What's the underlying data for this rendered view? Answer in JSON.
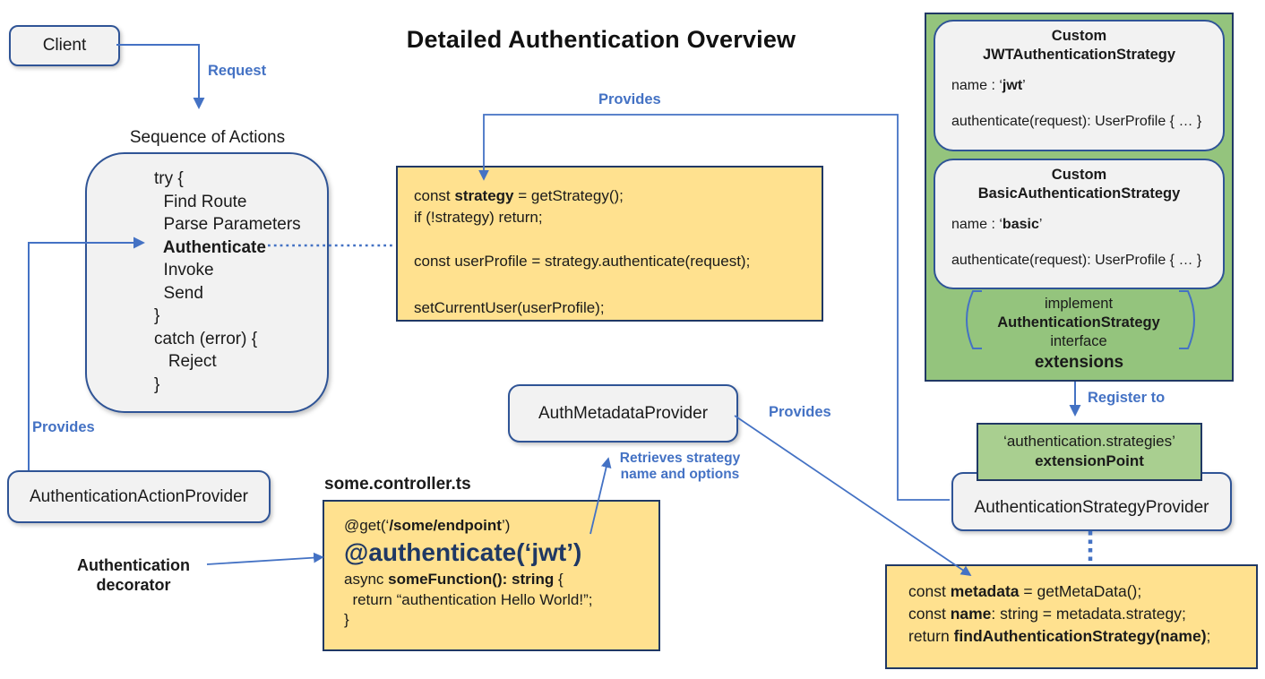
{
  "title": "Detailed Authentication Overview",
  "client_label": "Client",
  "arrow_labels": {
    "request": "Request",
    "provides_left": "Provides",
    "provides_top": "Provides",
    "provides_right": "Provides",
    "register_to": "Register to"
  },
  "retrieves": {
    "line1": "Retrieves strategy",
    "line2": [
      {
        "t": "name",
        "b": true
      },
      {
        "t": " and options",
        "b": false
      }
    ]
  },
  "sequence": {
    "title": "Sequence of Actions",
    "lines": [
      [
        {
          "t": "try {",
          "b": false
        }
      ],
      [
        {
          "t": "  Find Route",
          "b": false
        }
      ],
      [
        {
          "t": "  Parse Parameters",
          "b": false
        }
      ],
      [
        {
          "t": "  Authenticate",
          "b": true
        }
      ],
      [
        {
          "t": "  Invoke",
          "b": false
        }
      ],
      [
        {
          "t": "  Send",
          "b": false
        }
      ],
      [
        {
          "t": "}",
          "b": false
        }
      ],
      [
        {
          "t": "catch (error) {",
          "b": false
        }
      ],
      [
        {
          "t": "   Reject",
          "b": false
        }
      ],
      [
        {
          "t": "}",
          "b": false
        }
      ]
    ]
  },
  "action_provider_label": "AuthenticationActionProvider",
  "decorator_label": {
    "line1": "Authentication",
    "line2": "decorator"
  },
  "controller": {
    "filename": "some.controller.ts",
    "get_line": [
      {
        "t": "@get(‘",
        "b": false
      },
      {
        "t": "/some/endpoint",
        "b": true
      },
      {
        "t": "’)",
        "b": false
      }
    ],
    "authenticate_line": "@authenticate(‘jwt’)",
    "async_line": [
      {
        "t": "async ",
        "b": false
      },
      {
        "t": "someFunction(): string",
        "b": true
      },
      {
        "t": " {",
        "b": false
      }
    ],
    "return_line": [
      {
        "t": "  return “authentication Hello World!”;",
        "b": false
      }
    ],
    "close_line": [
      {
        "t": "}",
        "b": false
      }
    ]
  },
  "strategy_code": {
    "line1": [
      {
        "t": "const ",
        "b": false
      },
      {
        "t": "strategy",
        "b": true
      },
      {
        "t": " = getStrategy();",
        "b": false
      }
    ],
    "line2": [
      {
        "t": "if (!strategy) return;",
        "b": false
      }
    ],
    "line3": [
      {
        "t": "const userProfile = strategy.authenticate(request);",
        "b": false
      }
    ],
    "line4": [
      {
        "t": "setCurrentUser(userProfile);",
        "b": false
      }
    ]
  },
  "metadata_provider_label": "AuthMetadataProvider",
  "extensions_panel": {
    "jwt": {
      "title1": "Custom",
      "title2": "JWTAuthenticationStrategy",
      "name_line": [
        {
          "t": "name : ‘",
          "b": false
        },
        {
          "t": "jwt",
          "b": true
        },
        {
          "t": "’",
          "b": false
        }
      ],
      "method_line": "authenticate(request): UserProfile { … }"
    },
    "basic": {
      "title1": "Custom",
      "title2": "BasicAuthenticationStrategy",
      "name_line": [
        {
          "t": "name : ‘",
          "b": false
        },
        {
          "t": "basic",
          "b": true
        },
        {
          "t": "’",
          "b": false
        }
      ],
      "method_line": "authenticate(request): UserProfile { … }"
    },
    "implement": {
      "line1": "implement",
      "line2": [
        {
          "t": "AuthenticationStrategy",
          "b": true
        },
        {
          "t": " interface",
          "b": false
        }
      ]
    },
    "caption": "extensions"
  },
  "extension_point": {
    "line1": "‘authentication.strategies’",
    "line2": "extensionPoint"
  },
  "strategy_provider_label": "AuthenticationStrategyProvider",
  "find_code": {
    "line1": [
      {
        "t": "const ",
        "b": false
      },
      {
        "t": "metadata",
        "b": true
      },
      {
        "t": " = getMetaData();",
        "b": false
      }
    ],
    "line2": [
      {
        "t": "const ",
        "b": false
      },
      {
        "t": "name",
        "b": true
      },
      {
        "t": ": string = metadata.strategy;",
        "b": false
      }
    ],
    "line3": [
      {
        "t": "return ",
        "b": false
      },
      {
        "t": "findAuthenticationStrategy(name)",
        "b": true
      },
      {
        "t": ";",
        "b": false
      }
    ]
  },
  "colors": {
    "accent_blue": "#4472C4",
    "navy_text": "#1F3864",
    "box_border_navy": "#203864",
    "node_border_blue": "#2F5496",
    "yellow": "#FFE18F",
    "green": "#94C47D",
    "light_green": "#A9CF90",
    "gray": "#F2F2F2"
  }
}
